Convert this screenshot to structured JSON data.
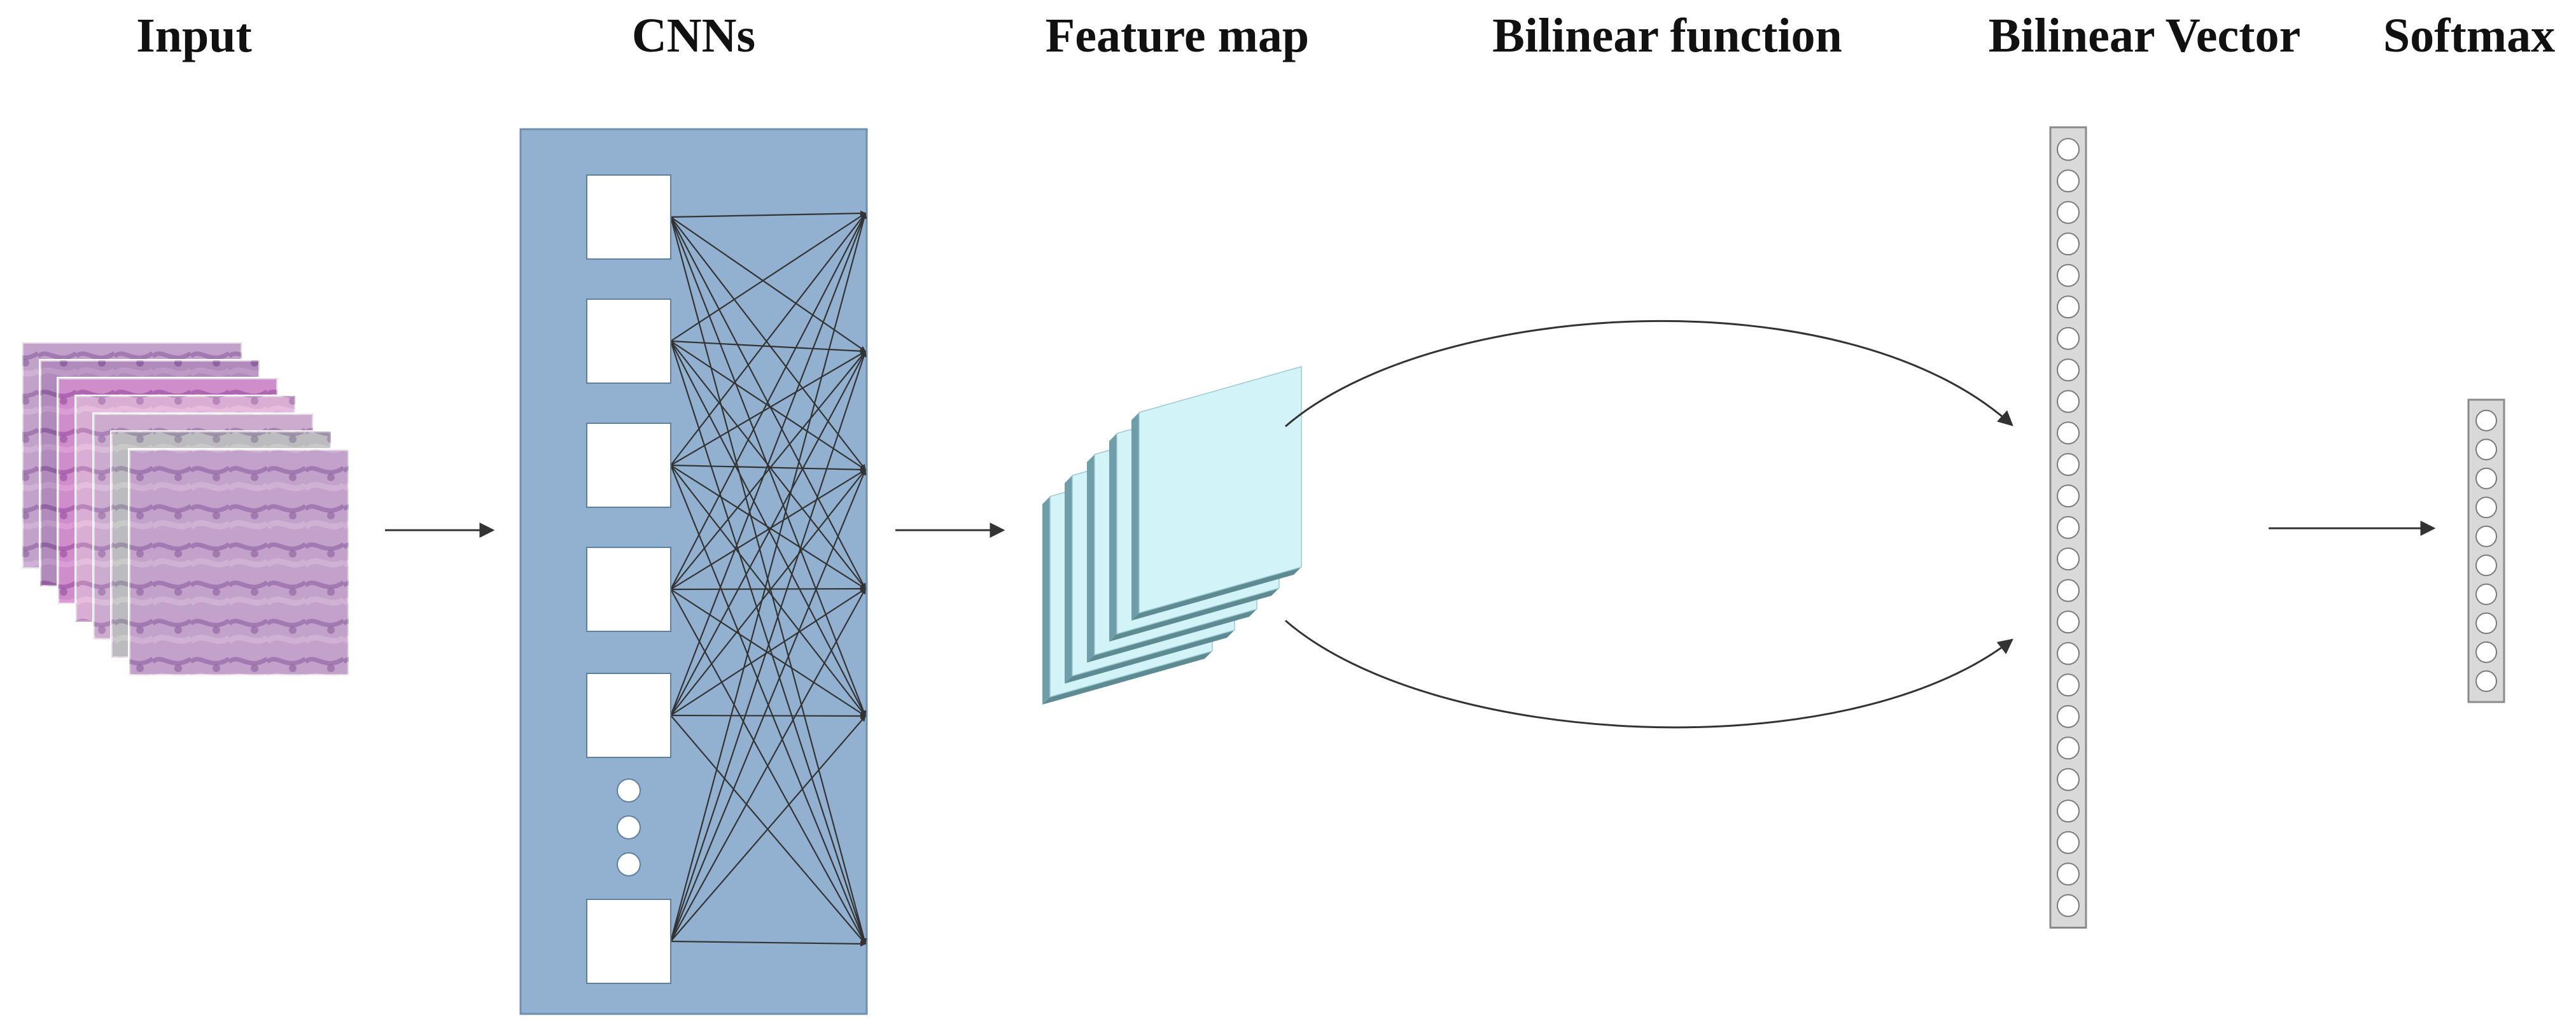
{
  "stages": [
    {
      "id": "input",
      "label": "Input"
    },
    {
      "id": "cnns",
      "label": "CNNs"
    },
    {
      "id": "feature-map",
      "label": "Feature map"
    },
    {
      "id": "bilinear-function",
      "label": "Bilinear function"
    },
    {
      "id": "bilinear-vector",
      "label": "Bilinear Vector"
    },
    {
      "id": "softmax",
      "label": "Softmax"
    }
  ],
  "colors": {
    "cnn_panel": "#92b1d0",
    "cnn_panel_border": "#6f8fb0",
    "feature_map_face": "#d2f4f8",
    "feature_map_edge": "#6f9ea8",
    "vector_fill": "#d9d9d9",
    "vector_border": "#8a8a8a",
    "node_fill": "#ffffff",
    "line": "#333333",
    "input_image_tones": [
      "#b58cc0",
      "#8c5a9e",
      "#d25fc2",
      "#e9a7d6",
      "#c9a3c9",
      "#a8c4a8"
    ]
  },
  "cnns": {
    "blocks": 6,
    "ellipsis_dots": 3,
    "output_nodes": 6
  },
  "feature_map": {
    "layers": 5
  },
  "bilinear_vector": {
    "nodes": 25
  },
  "softmax_vector": {
    "nodes": 10
  },
  "input_images": {
    "count": 7
  }
}
